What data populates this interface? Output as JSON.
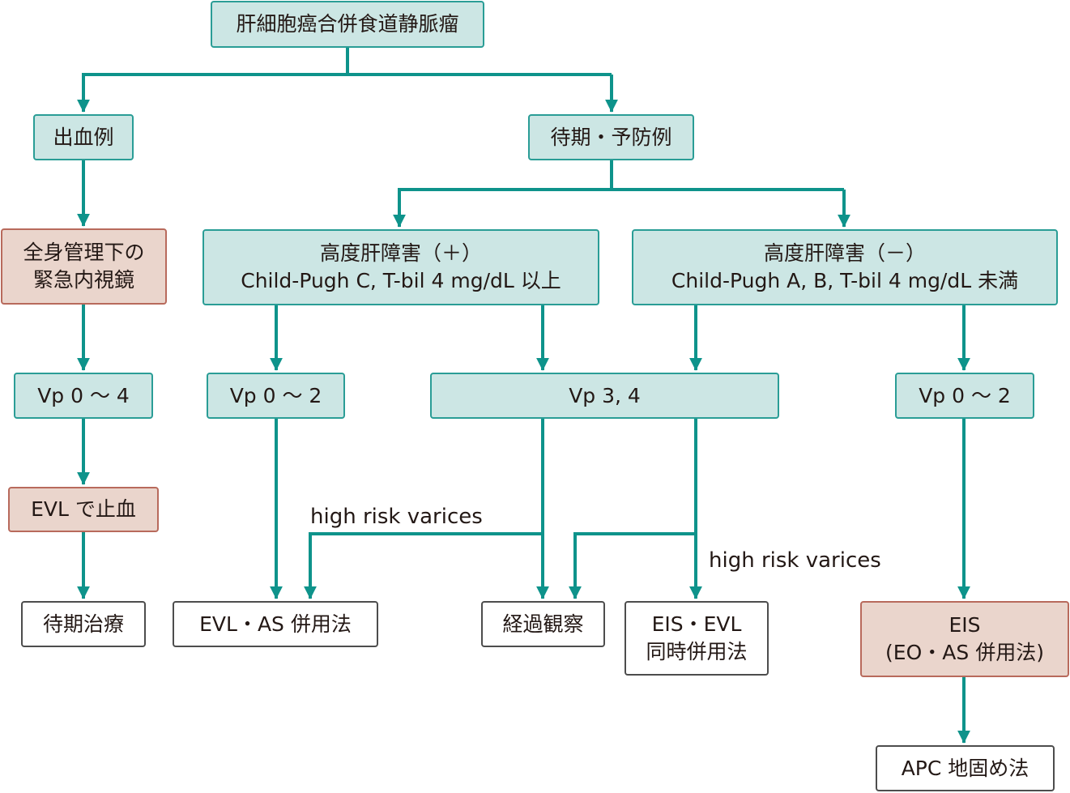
{
  "nodes": {
    "root": "肝細胞癌合併食道静脈瘤",
    "bleeding": "出血例",
    "elective": "待期・予防例",
    "systemic_1": "全身管理下の",
    "systemic_2": "緊急内視鏡",
    "severe_1": "高度肝障害（＋）",
    "severe_2": "Child-Pugh C, T-bil 4 mg/dL 以上",
    "mild_1": "高度肝障害（－）",
    "mild_2": "Child-Pugh A, B, T-bil 4 mg/dL 未満",
    "vp04": "Vp 0 ～ 4",
    "vp02_left": "Vp 0 ～ 2",
    "vp34": "Vp 3, 4",
    "vp02_right": "Vp 0 ～ 2",
    "evl_hemostasis": "EVL で止血",
    "elective_treatment": "待期治療",
    "evl_as": "EVL・AS 併用法",
    "observation": "経過観察",
    "eis_evl_1": "EIS・EVL",
    "eis_evl_2": "同時併用法",
    "eis_1": "EIS",
    "eis_2": "(EO・AS 併用法)",
    "apc": "APC 地固め法"
  },
  "labels": {
    "high_risk_left": "high risk varices",
    "high_risk_right": "high risk varices"
  },
  "colors": {
    "arrow": "#0e938b",
    "teal_fill": "#cce6e4",
    "teal_border": "#2a9d96",
    "pink_fill": "#ead5cc",
    "pink_border": "#b86a5c",
    "white_border": "#4d4d4d"
  }
}
